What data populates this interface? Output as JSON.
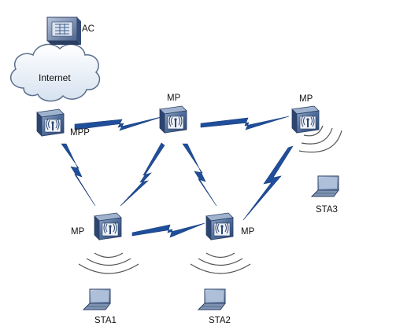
{
  "nodes": {
    "ac": {
      "label": "AC",
      "icon": "access-controller-icon"
    },
    "internet": {
      "label": "Internet",
      "icon": "cloud-icon"
    },
    "mpp": {
      "label": "MPP",
      "icon": "mesh-portal-ap-icon"
    },
    "mp_top_center": {
      "label": "MP",
      "icon": "mesh-ap-icon"
    },
    "mp_top_right": {
      "label": "MP",
      "icon": "mesh-ap-icon"
    },
    "mp_bottom_left": {
      "label": "MP",
      "icon": "mesh-ap-icon"
    },
    "mp_bottom_right": {
      "label": "MP",
      "icon": "mesh-ap-icon"
    },
    "sta1": {
      "label": "STA1",
      "icon": "laptop-icon"
    },
    "sta2": {
      "label": "STA2",
      "icon": "laptop-icon"
    },
    "sta3": {
      "label": "STA3",
      "icon": "laptop-icon"
    }
  },
  "colors": {
    "link": "#1f4e9a",
    "ap_body": "#3f5e8c",
    "wave": "#555555",
    "cloud": "#e6eef7"
  }
}
